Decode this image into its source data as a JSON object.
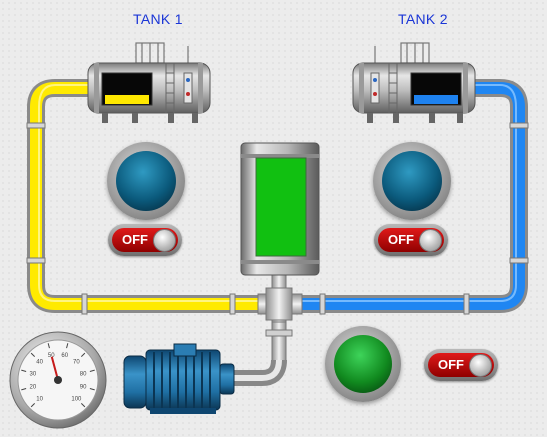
{
  "tanks": [
    {
      "title": "TANK 1",
      "level_color": "#ffe800"
    },
    {
      "title": "TANK 2",
      "level_color": "#1e82f0"
    }
  ],
  "pipes": {
    "tank1_color": "#ffea00",
    "tank2_color": "#1f86f2",
    "steel_color": "#b8b8b8"
  },
  "mixing_tank": {
    "content_color": "#11c011"
  },
  "indicators": {
    "tank1_lamp": {
      "color": "#0b5a7c"
    },
    "tank2_lamp": {
      "color": "#0b5a7c"
    },
    "pump_lamp": {
      "color": "#118a1f"
    }
  },
  "switches": {
    "tank1_switch": {
      "label": "OFF"
    },
    "tank2_switch": {
      "label": "OFF"
    },
    "pump_switch": {
      "label": "OFF"
    }
  },
  "gauge": {
    "ticks": [
      "10",
      "20",
      "30",
      "40",
      "50",
      "60",
      "70",
      "80",
      "90",
      "100"
    ],
    "value": 50
  },
  "motor": {
    "color": "#1f6fa3"
  }
}
